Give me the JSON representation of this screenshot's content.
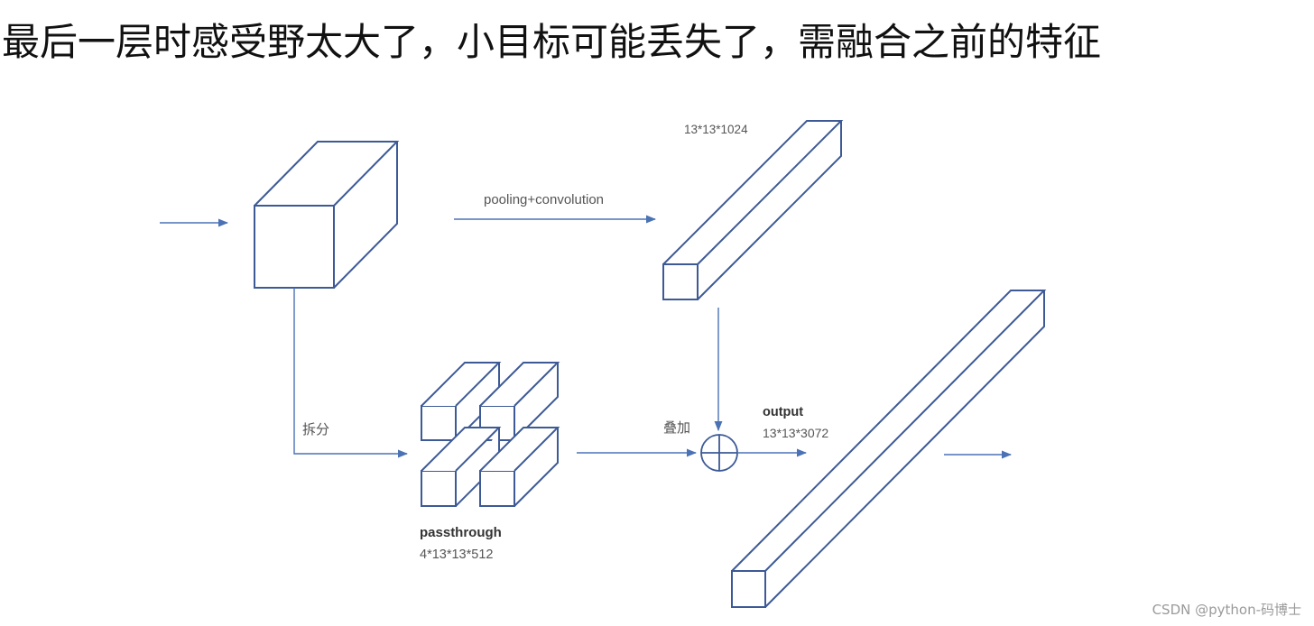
{
  "heading": "最后一层时感受野太大了，小目标可能丢失了，需融合之前的特征",
  "labels": {
    "pooling_conv": "pooling+convolution",
    "top_dims": "13*13*1024",
    "split": "拆分",
    "passthrough_title": "passthrough",
    "passthrough_dims": "4*13*13*512",
    "stack": "叠加",
    "output_title": "output",
    "output_dims": "13*13*3072"
  },
  "watermark": "CSDN @python-码博士",
  "colors": {
    "stroke": "#3d5a96",
    "arrow": "#4a72b5",
    "text": "#555555",
    "heading": "#111111"
  }
}
